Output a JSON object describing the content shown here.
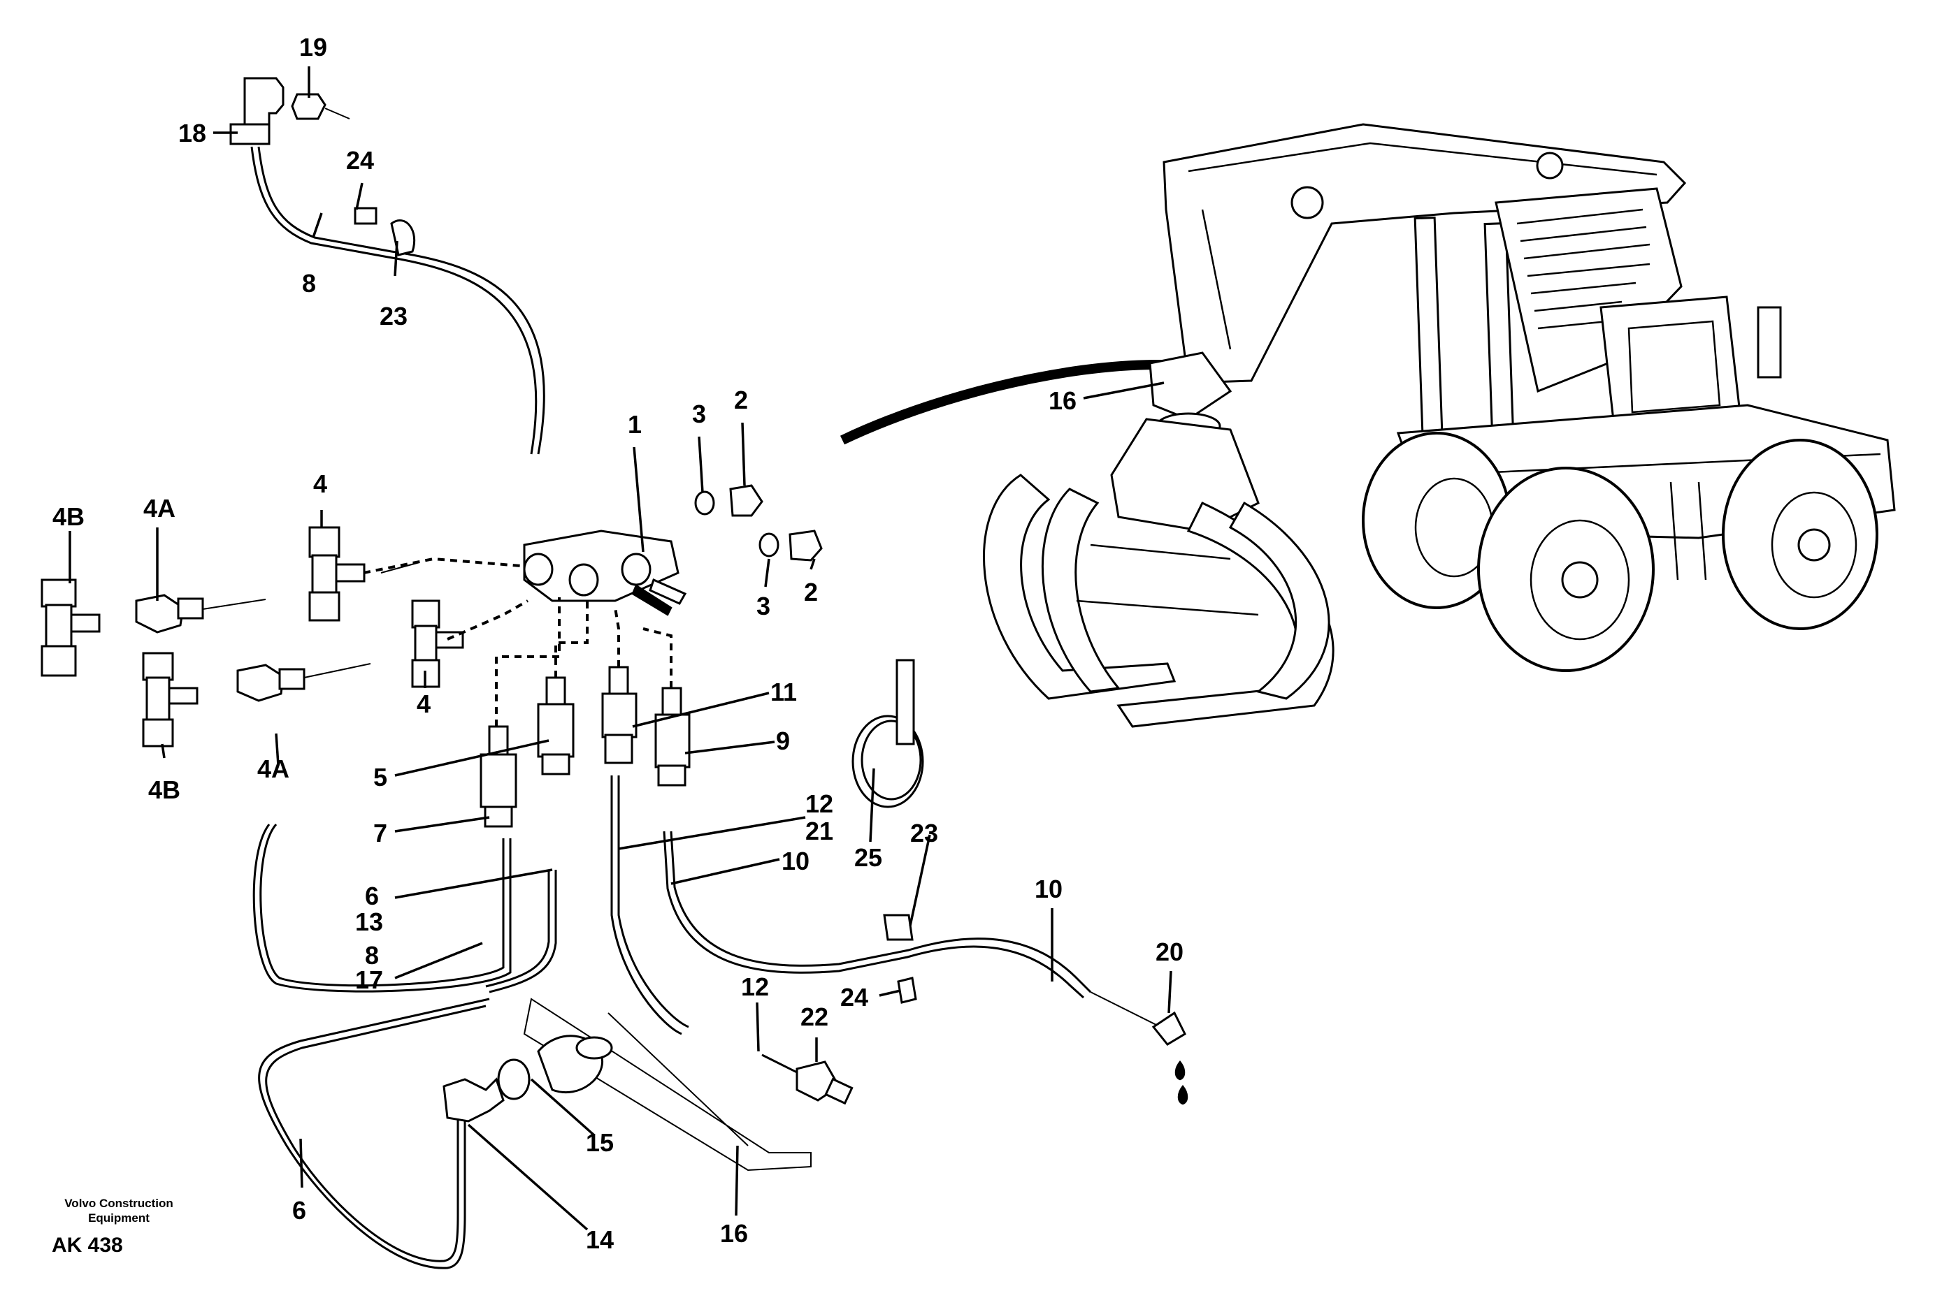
{
  "callouts": {
    "c19": "19",
    "c18": "18",
    "c24a": "24",
    "c8a": "8",
    "c23a": "23",
    "c16a": "16",
    "c1": "1",
    "c3a": "3",
    "c2a": "2",
    "c4Ba": "4B",
    "c4Aa": "4A",
    "c4a": "4",
    "c3b": "3",
    "c2b": "2",
    "c4b": "4",
    "c4Bb": "4B",
    "c4Ab": "4A",
    "c11": "11",
    "c9": "9",
    "c5": "5",
    "c7": "7",
    "c12a": "12",
    "c21": "21",
    "c10a": "10",
    "c25": "25",
    "c23b": "23",
    "c10b": "10",
    "c20": "20",
    "c6a": "6",
    "c13": "13",
    "c8b": "8",
    "c17": "17",
    "c12b": "12",
    "c22": "22",
    "c24b": "24",
    "c15": "15",
    "c16b": "16",
    "c6b": "6",
    "c14": "14"
  },
  "credit": {
    "line1": "Volvo Construction",
    "line2": "Equipment",
    "code": "AK 438"
  }
}
